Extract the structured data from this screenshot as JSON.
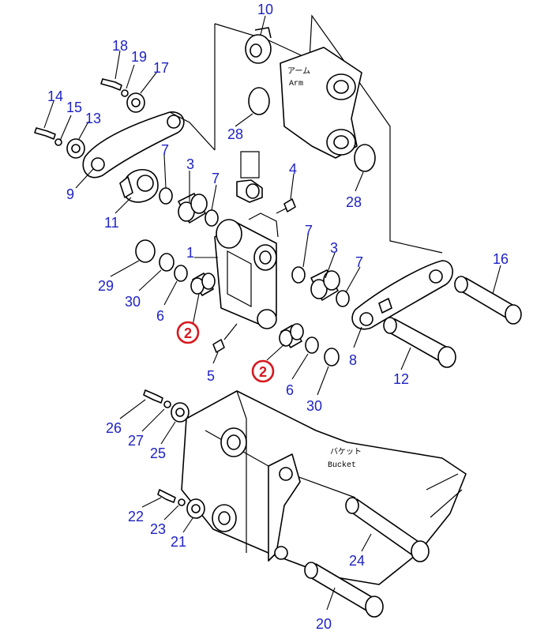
{
  "diagram": {
    "labels": {
      "arm_jp": "アーム",
      "arm_en": "Arm",
      "bucket_jp": "バケット",
      "bucket_en": "Bucket"
    },
    "callouts": {
      "c1": "1",
      "c3a": "3",
      "c3b": "3",
      "c4": "4",
      "c5": "5",
      "c6a": "6",
      "c6b": "6",
      "c7a": "7",
      "c7b": "7",
      "c7c": "7",
      "c7d": "7",
      "c8": "8",
      "c9": "9",
      "c10": "10",
      "c11": "11",
      "c12": "12",
      "c13": "13",
      "c14": "14",
      "c15": "15",
      "c16": "16",
      "c17": "17",
      "c18": "18",
      "c19": "19",
      "c20": "20",
      "c21": "21",
      "c22": "22",
      "c23": "23",
      "c24": "24",
      "c25": "25",
      "c26": "26",
      "c27": "27",
      "c28a": "28",
      "c28b": "28",
      "c29": "29",
      "c30a": "30",
      "c30b": "30"
    },
    "highlighted": {
      "h1": "2",
      "h2": "2"
    },
    "colors": {
      "callout": "#1f22c4",
      "highlight": "#d6181e",
      "line": "#000000"
    }
  }
}
